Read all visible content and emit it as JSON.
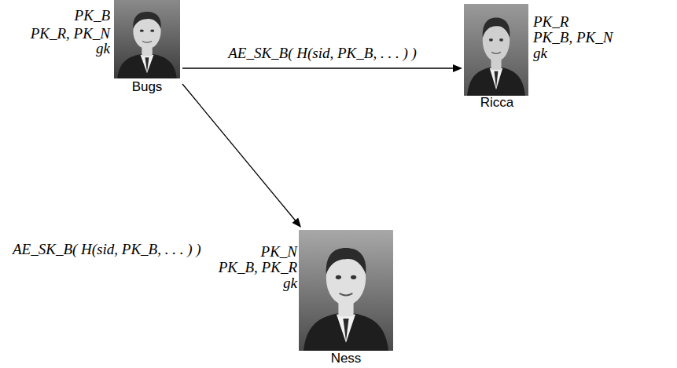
{
  "diagram": {
    "nodes": [
      {
        "text": [
          "PK_B",
          "PK_R, PK_N",
          "gk",
          "Bugs"
        ]
      },
      {
        "text": [
          "PK_R",
          "PK_B, PK_N",
          "gk",
          "Ricca"
        ]
      },
      {
        "text": [
          "PK_N",
          "PK_B, PK_R",
          "gk",
          "Ness"
        ]
      }
    ],
    "edges": [
      {
        "from": 0,
        "to": 1,
        "arrow": "to",
        "label": "AE_SK_B( H(sid, PK_B, . . . ) )"
      },
      {
        "from": 0,
        "to": 2,
        "arrow": "to",
        "label": "AE_SK_B( H(sid, PK_B, . . . ) )"
      }
    ]
  }
}
